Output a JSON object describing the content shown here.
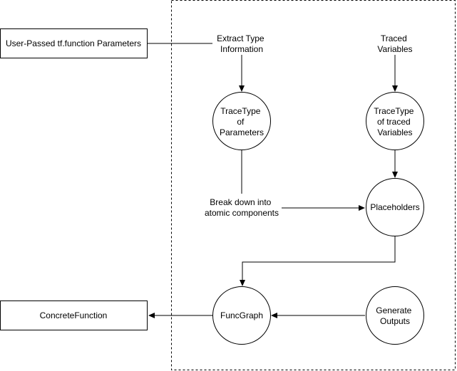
{
  "diagram": {
    "stroke_color": "#000000",
    "background": "#ffffff",
    "boxes": {
      "user_params": "User-Passed tf.function Parameters",
      "concrete_function": "ConcreteFunction"
    },
    "labels": {
      "extract_type": [
        "Extract Type",
        "Information"
      ],
      "traced_variables": [
        "Traced",
        "Variables"
      ],
      "break_down": [
        "Break down into",
        "atomic components"
      ]
    },
    "circles": {
      "tracetype_params": [
        "TraceType",
        "of",
        "Parameters"
      ],
      "tracetype_traced": [
        "TraceType",
        "of traced",
        "Variables"
      ],
      "placeholders": [
        "Placeholders"
      ],
      "funcgraph": [
        "FuncGraph"
      ],
      "generate_outputs": [
        "Generate",
        "Outputs"
      ]
    }
  }
}
